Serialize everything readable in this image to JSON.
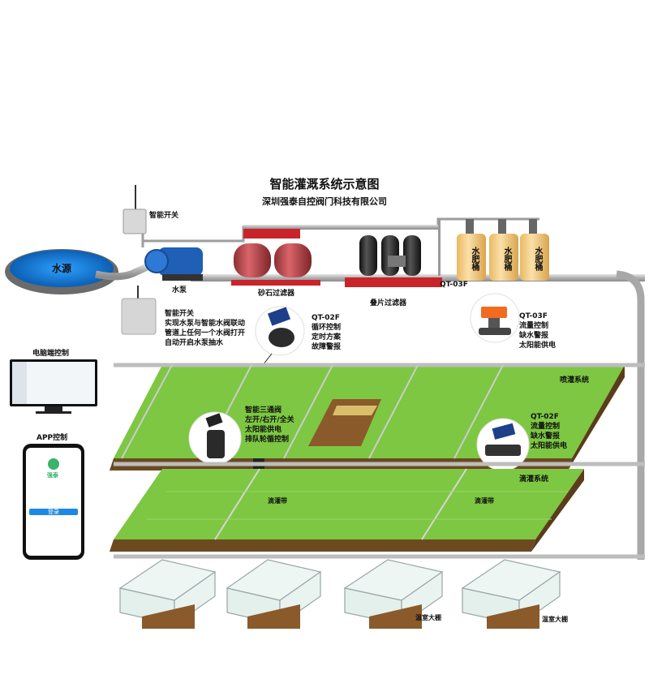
{
  "header": {
    "title": "智能灌溉系统示意图",
    "company": "深圳强泰自控阀门科技有限公司"
  },
  "water_source": {
    "label": "水源"
  },
  "smart_switch_top": {
    "label": "智能开关"
  },
  "pump": {
    "label": "水泵"
  },
  "sand_filter": {
    "label": "砂石过滤器"
  },
  "disc_filter": {
    "label": "叠片过滤器"
  },
  "fertilizer": {
    "tank_label": "水肥桶",
    "valve_label": "QT-03F"
  },
  "smart_switch_info": {
    "lines": [
      "智能开关",
      "实现水泵与智能水阀联动",
      "管道上任何一个水阀打开",
      "自动开启水泵抽水"
    ]
  },
  "qt02f_top": {
    "lines": [
      "QT-02F",
      "循环控制",
      "定时方案",
      "故障警报"
    ]
  },
  "qt03f_info": {
    "lines": [
      "QT-03F",
      "流量控制",
      "缺水警报",
      "太阳能供电"
    ]
  },
  "pc_control": {
    "label": "电脑端控制"
  },
  "app_control": {
    "label": "APP控制",
    "button": "登录",
    "logo_text": "强泰"
  },
  "sprinkler_system": {
    "label": "喷灌系统"
  },
  "three_way_valve": {
    "lines": [
      "智能三通阀",
      "左开/右开/全关",
      "太阳能供电",
      "排队轮循控制"
    ]
  },
  "qt02f_right": {
    "lines": [
      "QT-02F",
      "流量控制",
      "缺水警报",
      "太阳能供电"
    ]
  },
  "drip_system": {
    "label": "滴灌系统"
  },
  "drip_tape": {
    "label": "滴灌带"
  },
  "greenhouse": {
    "label": "温室大棚"
  },
  "colors": {
    "water": "#1a7fd6",
    "field": "#7dc742",
    "field_dark": "#5aa52c",
    "soil": "#8a5a2b",
    "pipe": "#b9b9b9",
    "red_pipe": "#c9242b",
    "tank": "#f4d08a"
  }
}
